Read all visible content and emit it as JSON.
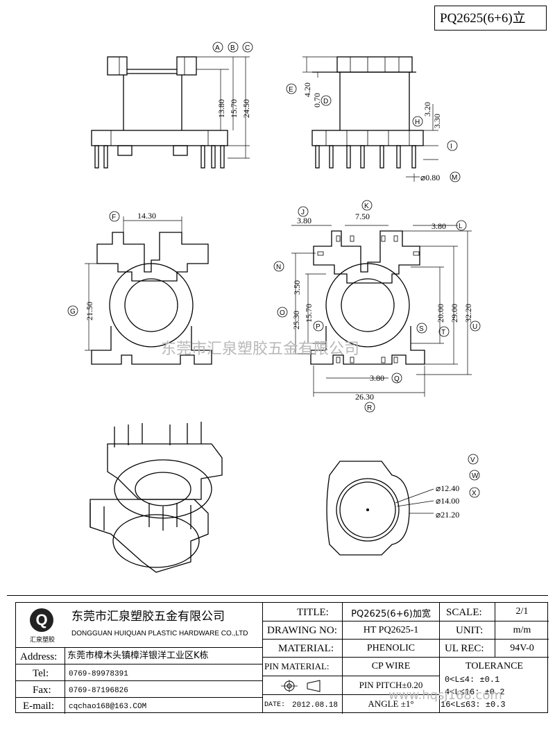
{
  "header": {
    "model_label": "PQ2625(6+6)立"
  },
  "watermark": {
    "company": "东莞市汇泉塑胶五金有限公司",
    "url": "www.hqsj168.com"
  },
  "company": {
    "logo_letter": "Q",
    "logo_caption": "汇泉塑胶",
    "name_cn": "东莞市汇泉塑胶五金有限公司",
    "name_en": "DONGGUAN HUIQUAN PLASTIC HARDWARE CO.,LTD",
    "address_label": "Address:",
    "address": "东莞市樟木头镇樟洋银洋工业区K栋",
    "tel_label": "Tel:",
    "tel": "0769-89978391",
    "fax_label": "Fax:",
    "fax": "0769-87196826",
    "email_label": "E-mail:",
    "email": "cqchao168@163.COM"
  },
  "title_block": {
    "title_label": "TITLE:",
    "title": "PQ2625(6+6)加宽",
    "drawing_no_label": "DRAWING NO:",
    "drawing_no": "HT PQ2625-1",
    "material_label": "MATERIAL:",
    "material": "PHENOLIC",
    "pin_material_label": "PIN MATERIAL:",
    "pin_material": "CP WIRE",
    "date_label": "DATE:",
    "date": "2012.08.18",
    "scale_label": "SCALE:",
    "scale": "2/1",
    "unit_label": "UNIT:",
    "unit": "m/m",
    "ul_rec_label": "UL REC:",
    "ul_rec": "94V-0",
    "pin_pitch": "PIN PITCH±0.20",
    "angle": "ANGLE  ±1°",
    "tolerance_label": "TOLERANCE",
    "tolerance_rows": [
      "0<L≤4:  ±0.1",
      "4<L≤16: ±0.2",
      "16<L≤63: ±0.3"
    ]
  },
  "dimensions": {
    "d_13_80": "13.80",
    "d_15_70_a": "15.70",
    "d_24_50": "24.50",
    "d_4_20": "4.20",
    "d_0_70": "0.70",
    "d_3_20": "3.20",
    "d_3_30": "3.30",
    "d_pin": "⌀0.80",
    "d_14_30": "14.30",
    "d_21_50": "21.50",
    "d_3_80_j": "3.80",
    "d_7_50": "7.50",
    "d_3_80_l": "3.80",
    "d_3_50": "3.50",
    "d_25_30": "25.30",
    "d_15_70_b": "15.70",
    "d_20_00": "20.00",
    "d_29_00": "29.00",
    "d_32_20": "32.20",
    "d_3_80_q": "3.80",
    "d_26_30": "26.30",
    "d_12_40": "⌀12.40",
    "d_14_00": "⌀14.00",
    "d_21_20": "⌀21.20"
  },
  "callouts": {
    "A": "A",
    "B": "B",
    "C": "C",
    "D": "D",
    "E": "E",
    "F": "F",
    "G": "G",
    "H": "H",
    "I": "I",
    "J": "J",
    "K": "K",
    "L": "L",
    "M": "M",
    "N": "N",
    "O": "O",
    "P": "P",
    "Q": "Q",
    "R": "R",
    "S": "S",
    "T": "T",
    "U": "U",
    "V": "V",
    "W": "W",
    "X": "X"
  }
}
